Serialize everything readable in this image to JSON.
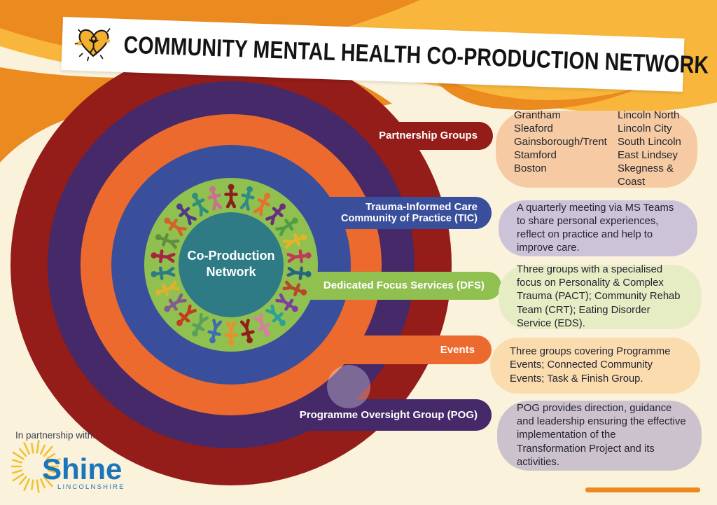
{
  "title": {
    "text": "COMMUNITY MENTAL HEALTH CO-PRODUCTION NETWORK",
    "heart_icon": "heart-with-person-icon"
  },
  "diagram": {
    "center_label": "Co-Production Network",
    "pills": {
      "partnership": "Partnership Groups",
      "tic_line1": "Trauma-Informed Care",
      "tic_line2": "Community of Practice (TIC)",
      "dfs": "Dedicated Focus Services (DFS)",
      "events": "Events",
      "pog": "Programme Oversight Group (POG)"
    },
    "ring_colors": {
      "partnership": "#941c19",
      "pog": "#452968",
      "events": "#ec6a2e",
      "tic": "#3a4f9c",
      "dfs": "#8fc050",
      "center": "#2e7b85"
    },
    "people_colors": [
      "#8a1f1f",
      "#2e8b85",
      "#e8702c",
      "#6a2d7f",
      "#4f9e45",
      "#e3b32a",
      "#c2375a",
      "#27647d",
      "#b5472a",
      "#7b3fa0",
      "#2aa198",
      "#d77fa1",
      "#941c19",
      "#e8902c",
      "#3c6db0",
      "#58a05a",
      "#c23b22",
      "#845b8f",
      "#e0b02e",
      "#2e7b85",
      "#a82540",
      "#5f8f3d",
      "#d3622a",
      "#513a86",
      "#2f8f7a",
      "#c9708f"
    ]
  },
  "boxes": {
    "partnership_areas": {
      "bg": "#f6cba3",
      "col1": [
        "Grantham",
        "Sleaford",
        "Gainsborough/Trent",
        "Stamford",
        "Boston"
      ],
      "col2": [
        "Lincoln North",
        "Lincoln City",
        "South Lincoln",
        "East Lindsey",
        "Skegness & Coast"
      ]
    },
    "tic": {
      "bg": "#cdc3d9",
      "text": "A quarterly meeting via MS Teams to share personal experiences, reflect on practice and help to improve care."
    },
    "dfs": {
      "bg": "#e6edc4",
      "text": "Three groups with a specialised focus on Personality & Complex Trauma (PACT); Community Rehab Team (CRT);  Eating Disorder Service (EDS)."
    },
    "events": {
      "bg": "#fbdcae",
      "text": "Three groups covering Programme Events; Connected Community Events; Task & Finish Group."
    },
    "pog": {
      "bg": "#ccc2ce",
      "text": "POG provides direction, guidance and leadership ensuring the effective implementation of the Transformation Project and its activities."
    }
  },
  "footer": {
    "partnership_text": "In partnership with...",
    "logo_name": "Shine",
    "logo_sub": "LINCOLNSHIRE"
  },
  "palette": {
    "cream": "#fbf2dc",
    "amber": "#f8b73c",
    "orange_deep": "#eb8a1e",
    "banner": "#ffffff",
    "title_text": "#141414",
    "box_text": "#22242f",
    "shine_blue": "#1b75bc",
    "ray_yellow": "#f0c233",
    "heart_yellow": "#f2b02e",
    "accent_bar": "#ec8a1e"
  }
}
